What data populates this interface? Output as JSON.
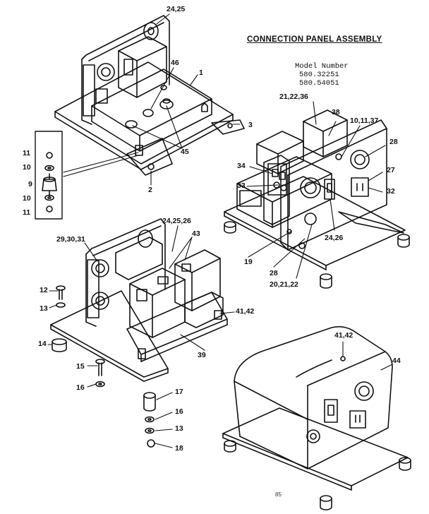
{
  "title": "CONNECTION PANEL ASSEMBLY",
  "model_number_label": "Model Number",
  "model_numbers": [
    "580.32251",
    "580.54051"
  ],
  "footer": "85",
  "callouts": [
    {
      "id": "c-24-25",
      "text": "24,25"
    },
    {
      "id": "c-46",
      "text": "46"
    },
    {
      "id": "c-1",
      "text": "1"
    },
    {
      "id": "c-3",
      "text": "3"
    },
    {
      "id": "c-45",
      "text": "45"
    },
    {
      "id": "c-2",
      "text": "2"
    },
    {
      "id": "c-11a",
      "text": "11"
    },
    {
      "id": "c-10a",
      "text": "10"
    },
    {
      "id": "c-9",
      "text": "9"
    },
    {
      "id": "c-10b",
      "text": "10"
    },
    {
      "id": "c-11b",
      "text": "11"
    },
    {
      "id": "c-21-22-36",
      "text": "21,22,36"
    },
    {
      "id": "c-38",
      "text": "38"
    },
    {
      "id": "c-10-11-37",
      "text": "10,11,37"
    },
    {
      "id": "c-28a",
      "text": "28"
    },
    {
      "id": "c-34",
      "text": "34"
    },
    {
      "id": "c-27",
      "text": "27"
    },
    {
      "id": "c-33",
      "text": "33"
    },
    {
      "id": "c-32",
      "text": "32"
    },
    {
      "id": "c-24-26a",
      "text": "24,26"
    },
    {
      "id": "c-19",
      "text": "19"
    },
    {
      "id": "c-28b",
      "text": "28"
    },
    {
      "id": "c-20-21-22",
      "text": "20,21,22"
    },
    {
      "id": "c-24-25-26",
      "text": "24,25,26"
    },
    {
      "id": "c-43",
      "text": "43"
    },
    {
      "id": "c-29-30-31",
      "text": "29,30,31"
    },
    {
      "id": "c-12",
      "text": "12"
    },
    {
      "id": "c-13a",
      "text": "13"
    },
    {
      "id": "c-41-42a",
      "text": "41,42"
    },
    {
      "id": "c-14",
      "text": "14"
    },
    {
      "id": "c-39",
      "text": "39"
    },
    {
      "id": "c-15",
      "text": "15"
    },
    {
      "id": "c-16a",
      "text": "16"
    },
    {
      "id": "c-41-42b",
      "text": "41,42"
    },
    {
      "id": "c-44",
      "text": "44"
    },
    {
      "id": "c-17",
      "text": "17"
    },
    {
      "id": "c-16b",
      "text": "16"
    },
    {
      "id": "c-13b",
      "text": "13"
    },
    {
      "id": "c-18",
      "text": "18"
    }
  ]
}
